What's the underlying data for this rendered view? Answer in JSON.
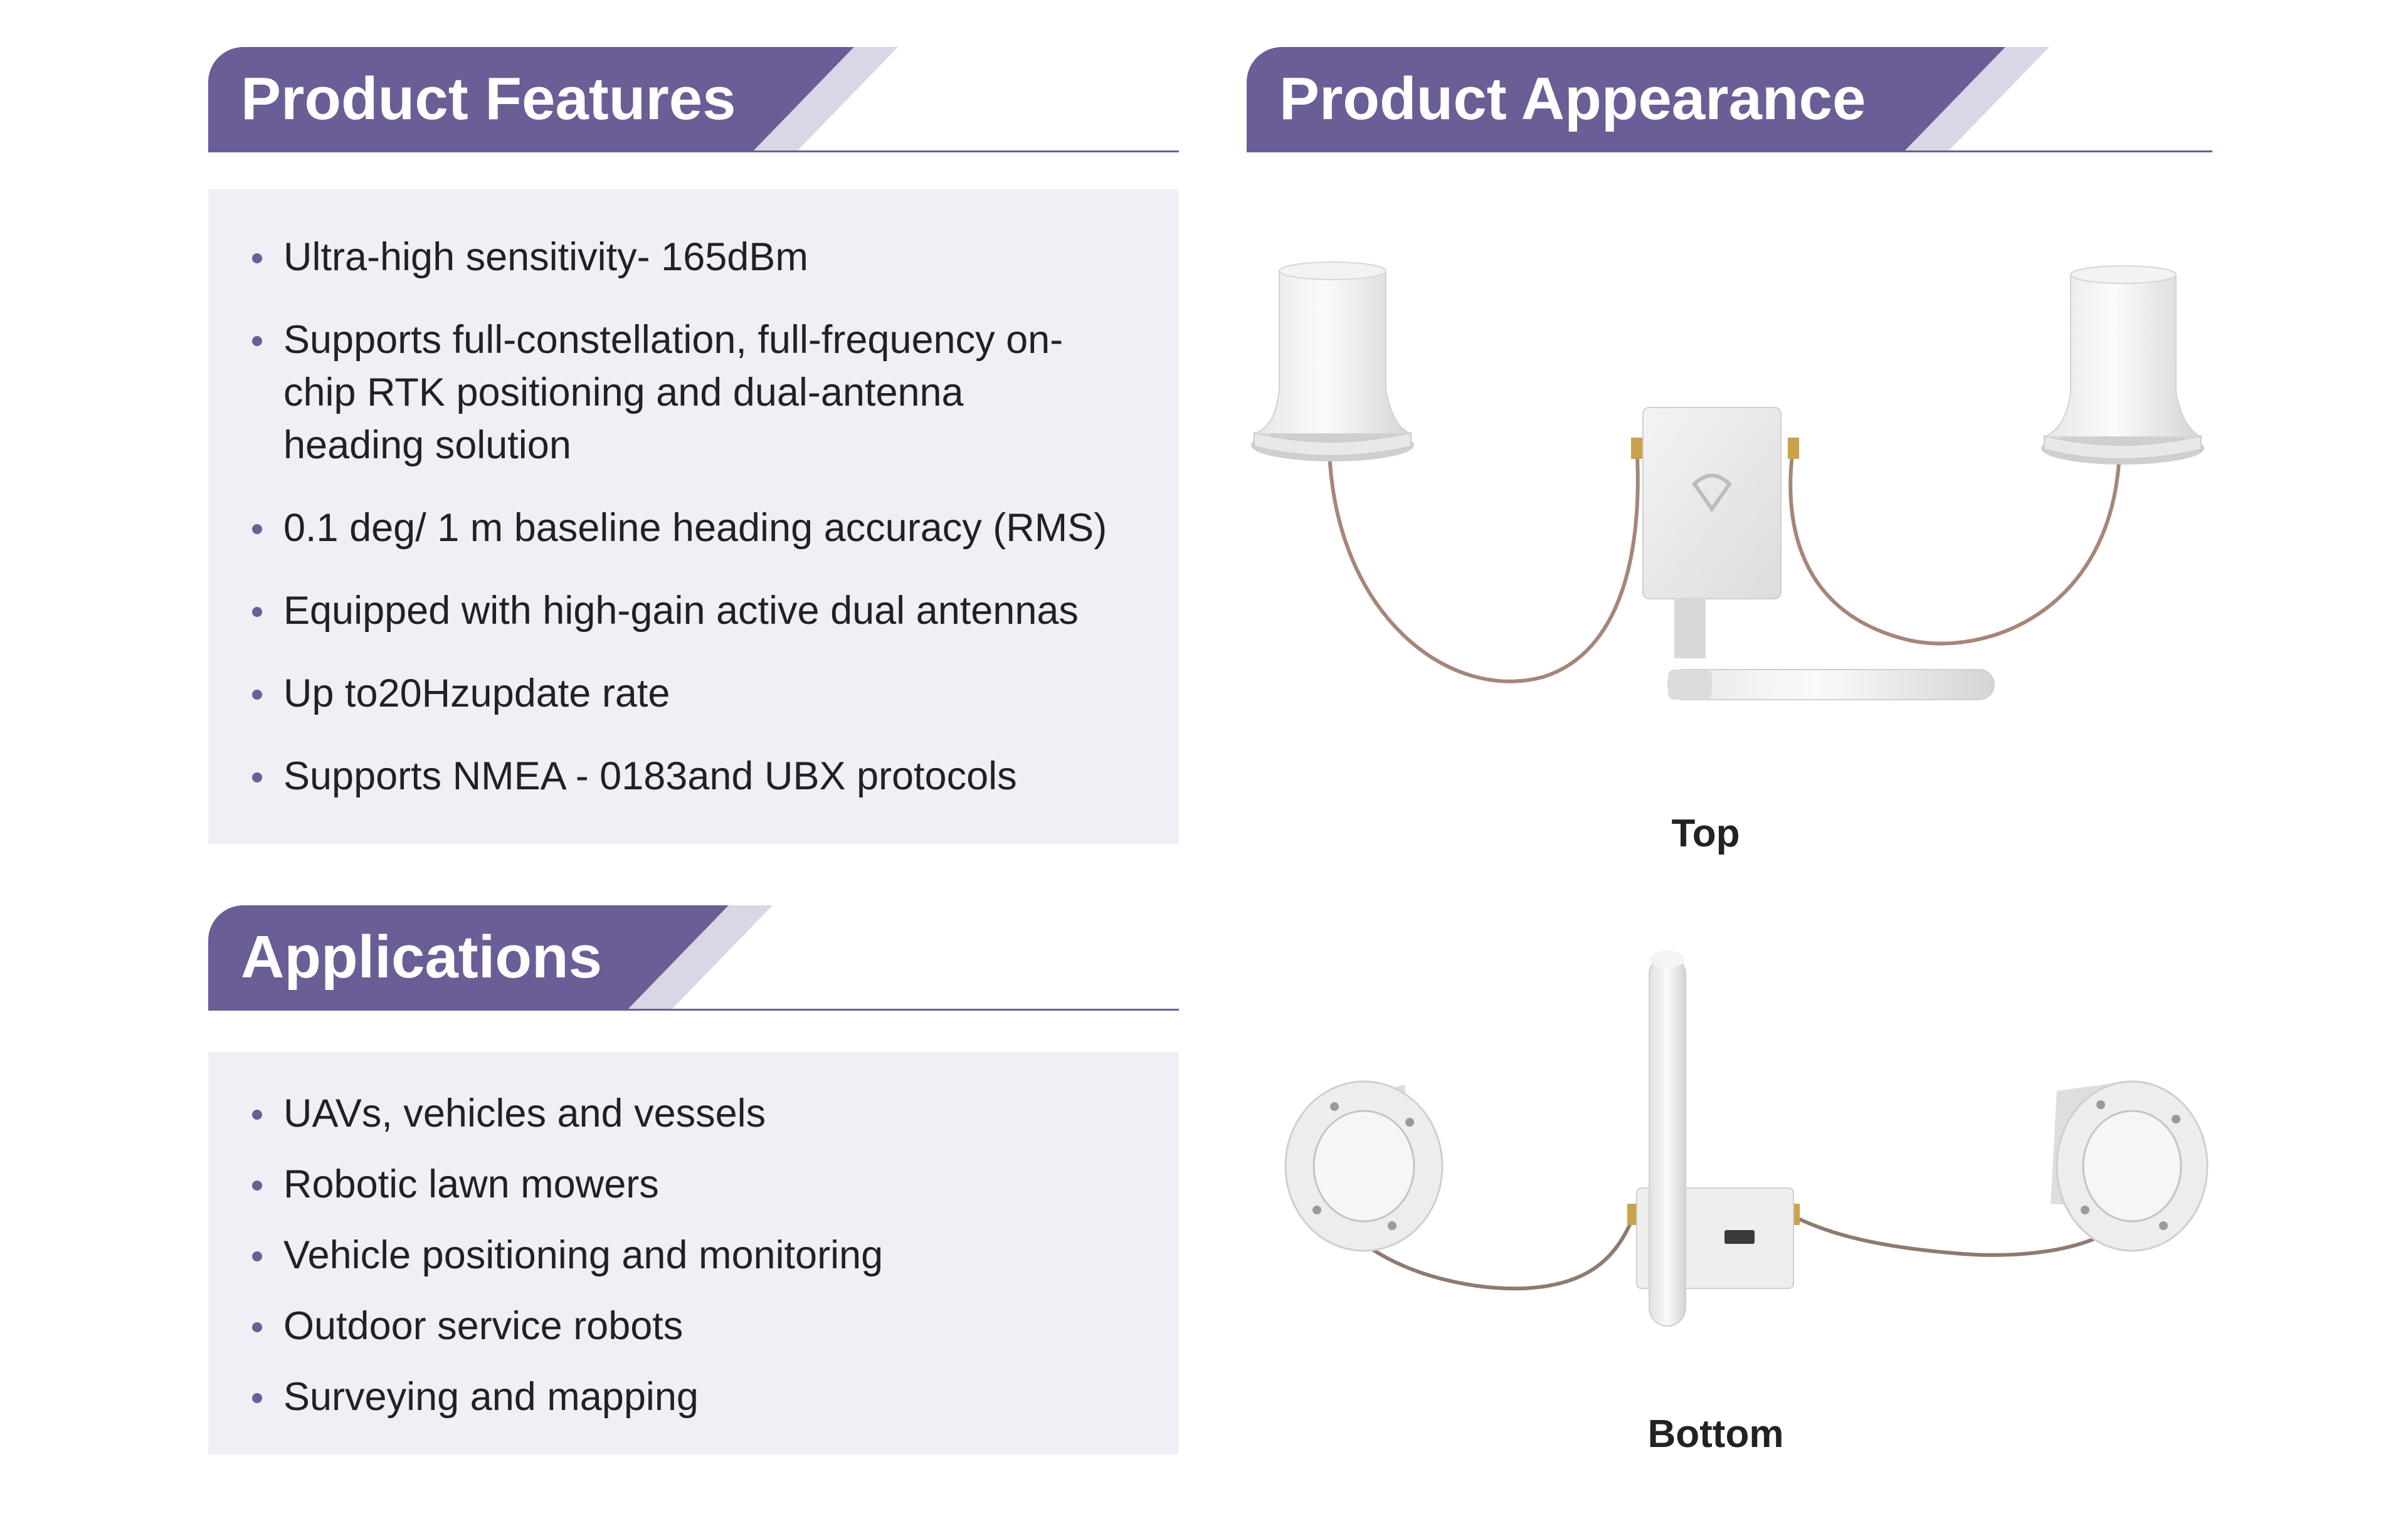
{
  "features": {
    "title": "Product Features",
    "items": [
      "Ultra-high sensitivity- 165dBm",
      "Supports full-constellation, full-frequency on-chip RTK positioning and dual-antenna heading solution",
      "0.1 deg/ 1 m baseline heading accuracy (RMS)",
      "Equipped with high-gain active dual antennas",
      "Up to20Hzupdate rate",
      "Supports NMEA - 0183and UBX protocols"
    ]
  },
  "applications": {
    "title": "Applications",
    "items": [
      "UAVs, vehicles and vessels",
      "Robotic lawn mowers",
      "Vehicle positioning and monitoring",
      "Outdoor service robots",
      "Surveying and mapping"
    ]
  },
  "appearance": {
    "title": "Product Appearance",
    "top_caption": "Top",
    "bottom_caption": "Bottom"
  },
  "colors": {
    "accent": "#6b5d96",
    "accent_light": "#d9d6e6",
    "panel": "#efeff5"
  }
}
